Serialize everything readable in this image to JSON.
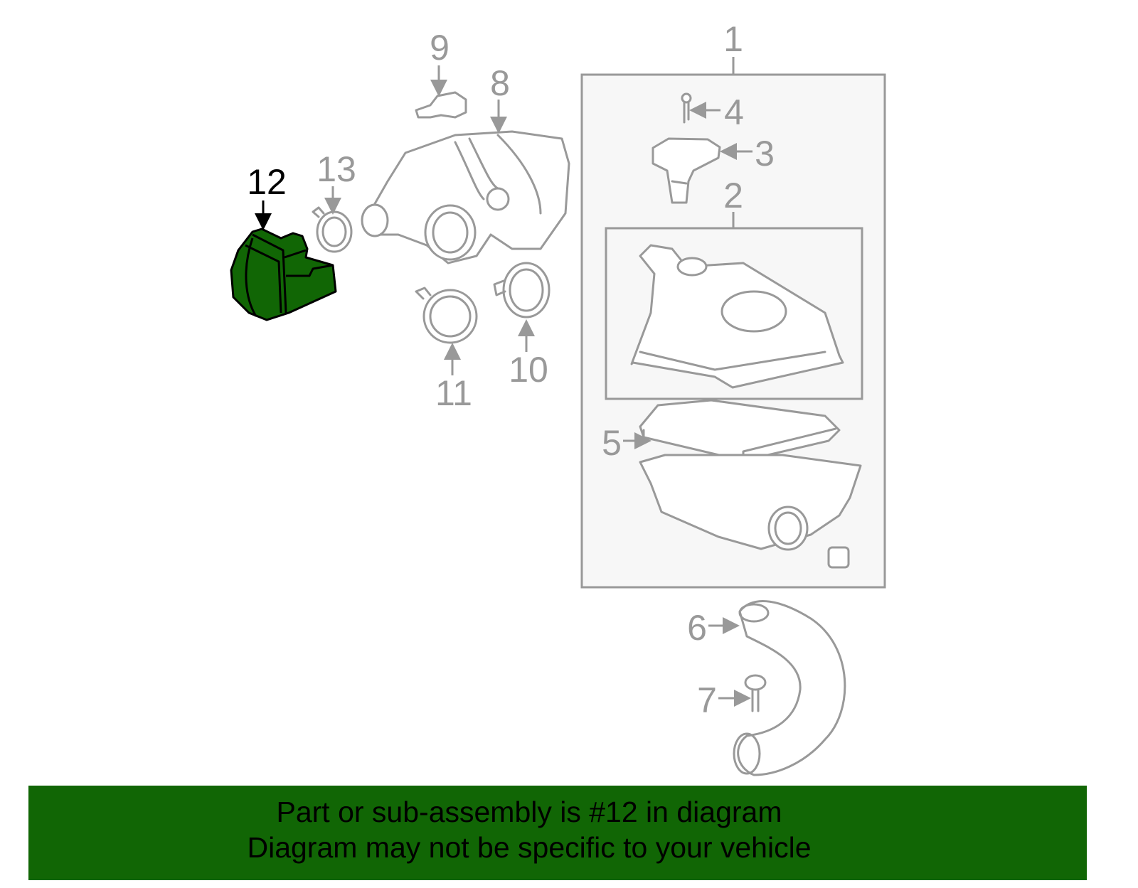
{
  "diagram": {
    "highlighted_part": "12",
    "highlight_color": "#116605",
    "line_color": "#999999",
    "callouts": {
      "c1": "1",
      "c2": "2",
      "c3": "3",
      "c4": "4",
      "c5": "5",
      "c6": "6",
      "c7": "7",
      "c8": "8",
      "c9": "9",
      "c10": "10",
      "c11": "11",
      "c12": "12",
      "c13": "13"
    }
  },
  "banner": {
    "line1": "Part or sub-assembly is #12 in diagram",
    "line2": "Diagram may not be specific to your vehicle"
  }
}
